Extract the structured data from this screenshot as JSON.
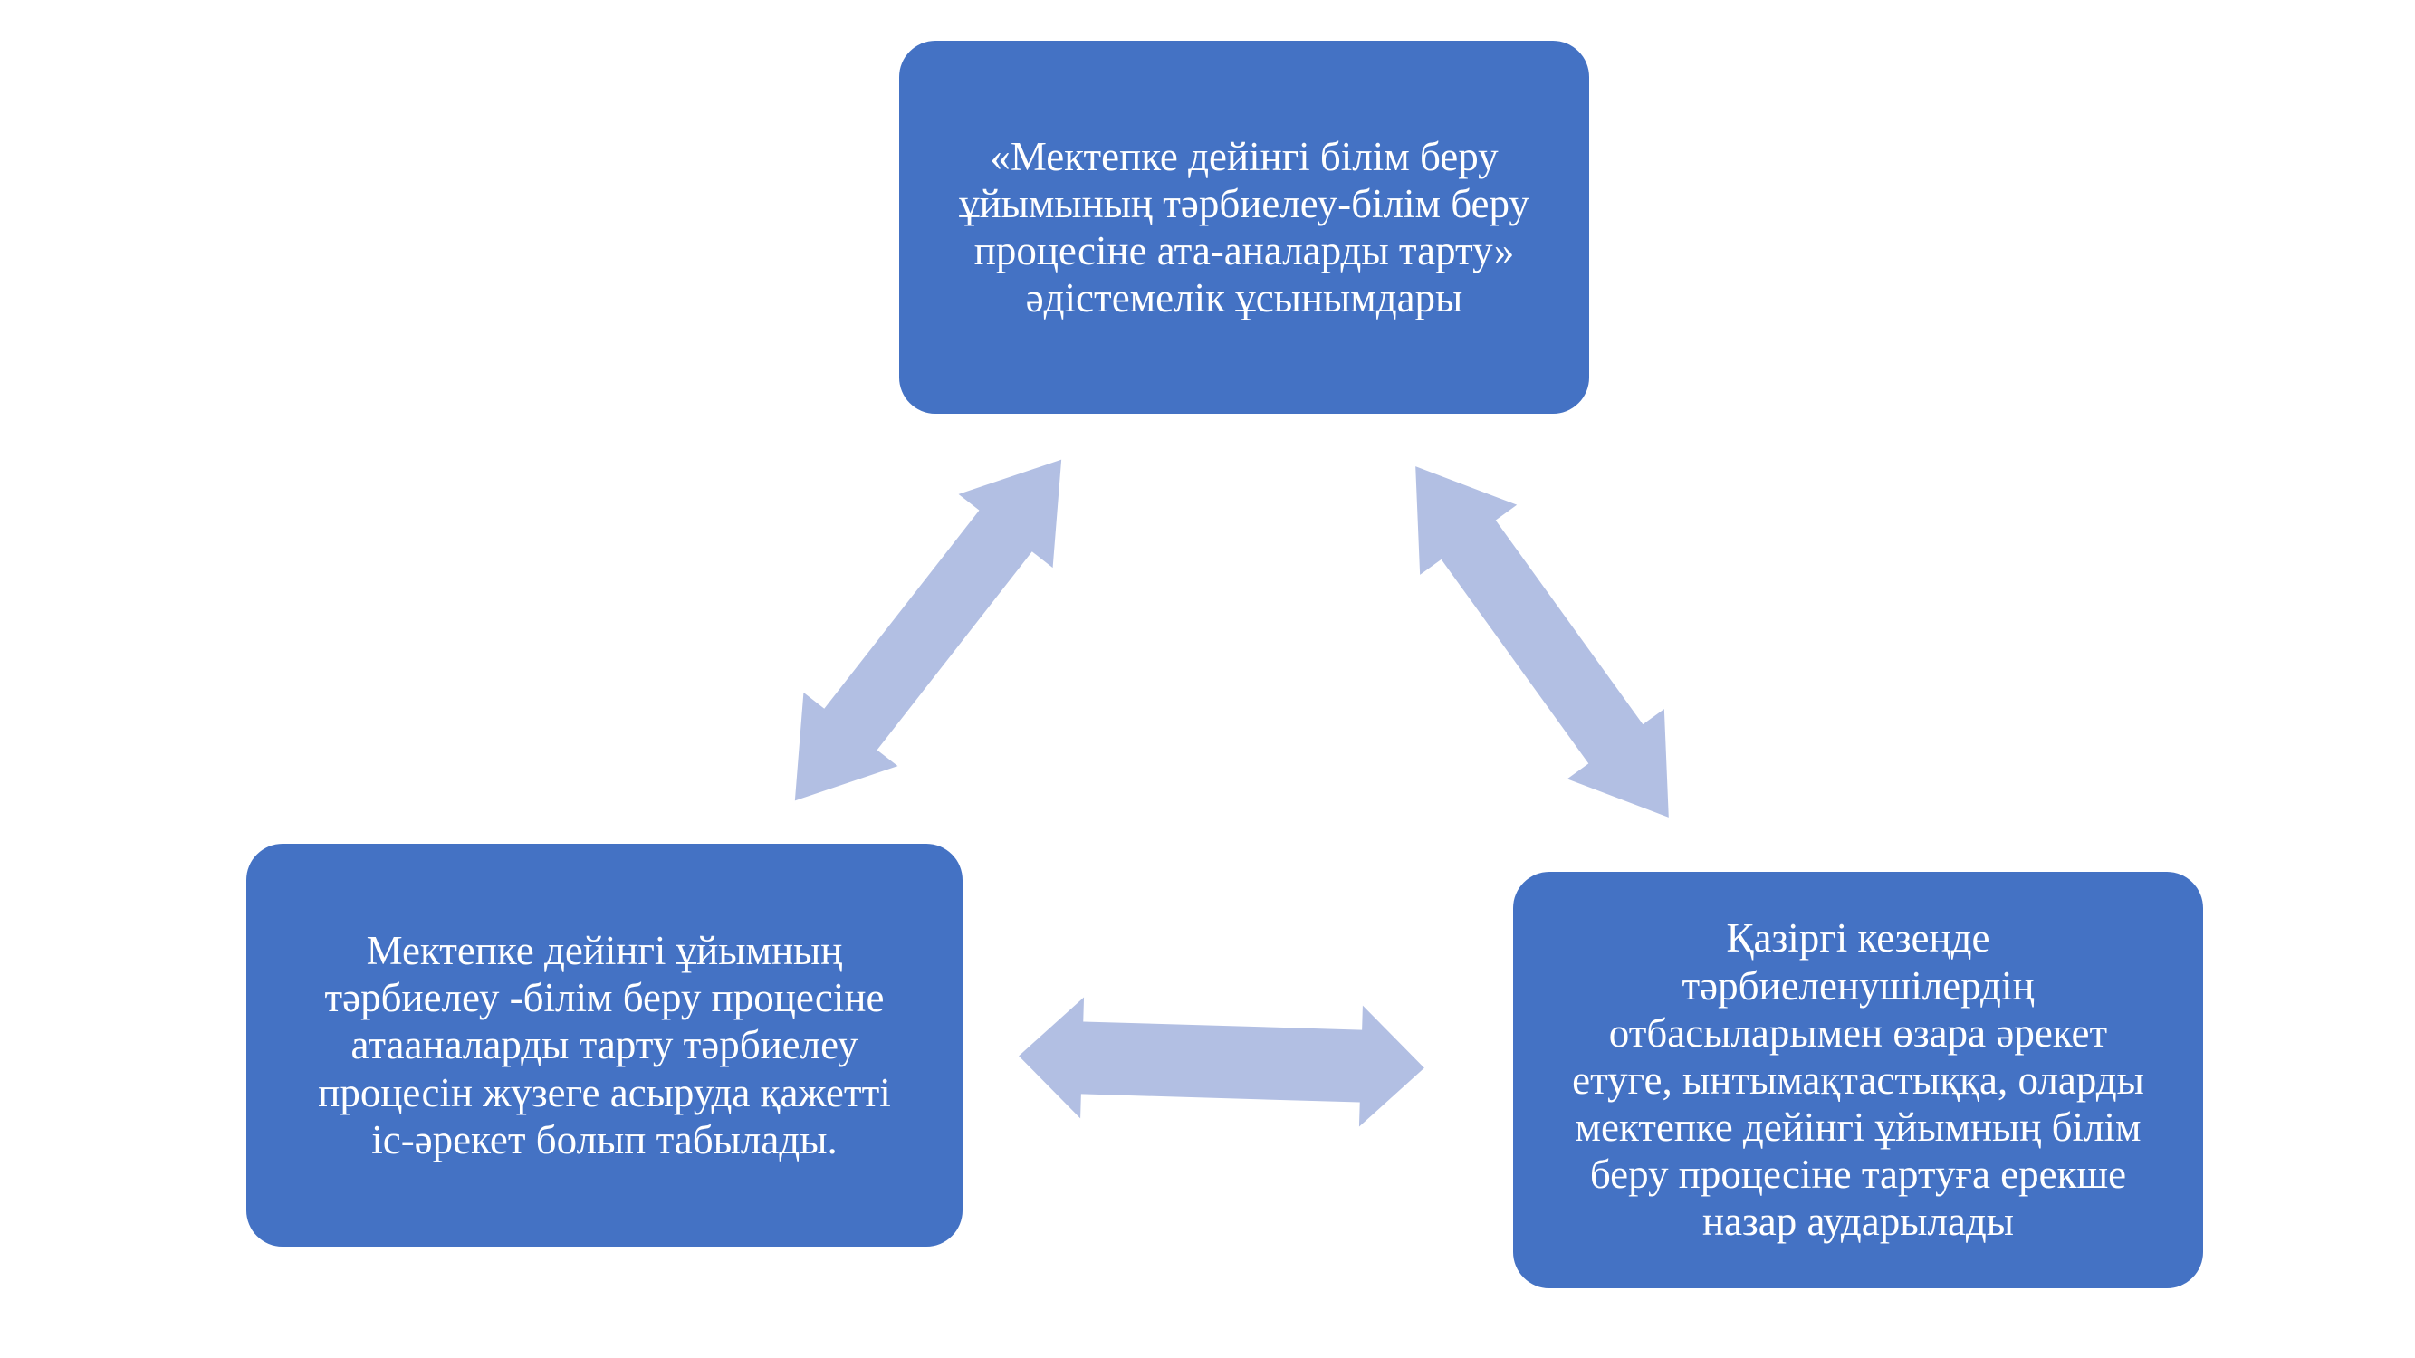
{
  "diagram": {
    "top_box": {
      "text": "«Мектепке дейінгі білім беру\nұйымының тәрбиелеу-білім беру\nпроцесіне ата-аналарды тарту»\nәдістемелік ұсынымдары"
    },
    "bottom_left_box": {
      "text": "Мектепке дейінгі ұйымның\nтәрбиелеу -білім беру процесіне\nатааналарды тарту тәрбиелеу\nпроцесін жүзеге асыруда қажетті\nіс-әрекет болып табылады."
    },
    "bottom_right_box": {
      "text": "Қазіргі кезеңде\nтәрбиеленушілердің\nотбасыларымен өзара әрекет\nетуге, ынтымақтастыққа, оларды\nмектепке дейінгі ұйымның білім\nберу процесіне тартуға ерекше\nназар аударылады"
    },
    "connectors": [
      {
        "name": "top-to-bottom-left",
        "type": "double-arrow"
      },
      {
        "name": "top-to-bottom-right",
        "type": "double-arrow"
      },
      {
        "name": "bottom-left-to-bottom-right",
        "type": "double-arrow"
      }
    ]
  },
  "colors": {
    "box": "#4472c4",
    "arrow": "#b2bfe3",
    "text": "#ffffff",
    "background": "#ffffff"
  }
}
